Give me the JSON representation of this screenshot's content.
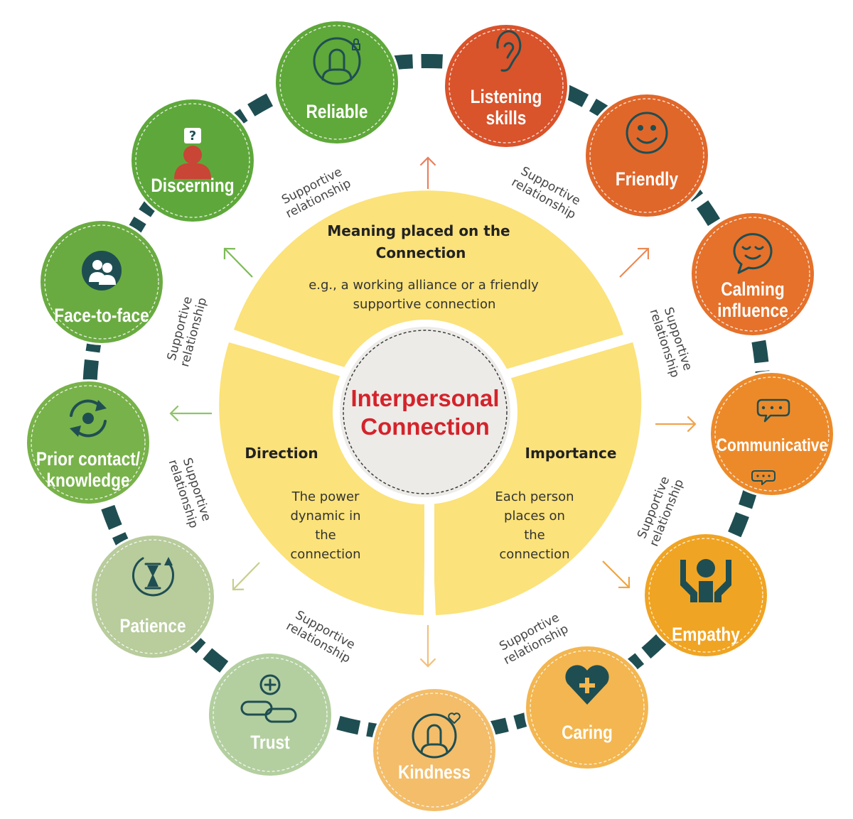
{
  "center": {
    "title_line1": "Interpersonal",
    "title_line2": "Connection"
  },
  "sectors": {
    "top": {
      "title_line1": "Meaning placed on the",
      "title_line2": "Connection",
      "desc_line1": "e.g., a working alliance or a friendly",
      "desc_line2": "supportive connection"
    },
    "left": {
      "title": "Direction",
      "desc": [
        "The power",
        "dynamic in",
        "the",
        "connection"
      ]
    },
    "right": {
      "title": "Importance",
      "desc": [
        "Each person",
        "places on",
        "the",
        "connection"
      ]
    }
  },
  "relationship_label": {
    "line1": "Supportive",
    "line2": "relationship"
  },
  "nodes": [
    {
      "id": "reliable",
      "lines": [
        "Reliable"
      ],
      "color": "#5fa83a",
      "icon": "person-lock-icon"
    },
    {
      "id": "listening-skills",
      "lines": [
        "Listening",
        "skills"
      ],
      "color": "#d9532b",
      "icon": "ear-icon"
    },
    {
      "id": "friendly",
      "lines": [
        "Friendly"
      ],
      "color": "#e0672a",
      "icon": "smiley-icon"
    },
    {
      "id": "calming-influence",
      "lines": [
        "Calming",
        "influence"
      ],
      "color": "#e5712b",
      "icon": "calm-face-icon"
    },
    {
      "id": "communicative",
      "lines": [
        "Communicative"
      ],
      "color": "#ec8a2a",
      "icon": "speech-bubbles-icon"
    },
    {
      "id": "empathy",
      "lines": [
        "Empathy"
      ],
      "color": "#f0a423",
      "icon": "hands-person-icon"
    },
    {
      "id": "caring",
      "lines": [
        "Caring"
      ],
      "color": "#f3b650",
      "icon": "heart-plus-icon"
    },
    {
      "id": "kindness",
      "lines": [
        "Kindness"
      ],
      "color": "#f3bd6a",
      "icon": "person-heart-icon"
    },
    {
      "id": "trust",
      "lines": [
        "Trust"
      ],
      "color": "#b3cfa0",
      "icon": "link-plus-icon"
    },
    {
      "id": "patience",
      "lines": [
        "Patience"
      ],
      "color": "#b8cc9c",
      "icon": "hourglass-icon"
    },
    {
      "id": "prior-contact",
      "lines": [
        "Prior contact/",
        "knowledge"
      ],
      "color": "#78b24a",
      "icon": "refresh-icon"
    },
    {
      "id": "face-to-face",
      "lines": [
        "Face-to-face"
      ],
      "color": "#6aab41",
      "icon": "people-icon"
    },
    {
      "id": "discerning",
      "lines": [
        "Discerning"
      ],
      "color": "#5ea83b",
      "icon": "question-person-icon"
    }
  ],
  "colors": {
    "ring": "#1f4e52",
    "sector_fill": "#fbe27a",
    "center_fill": "#ecebe8",
    "center_text": "#d4232b",
    "dark_icon": "#1f4e52"
  }
}
